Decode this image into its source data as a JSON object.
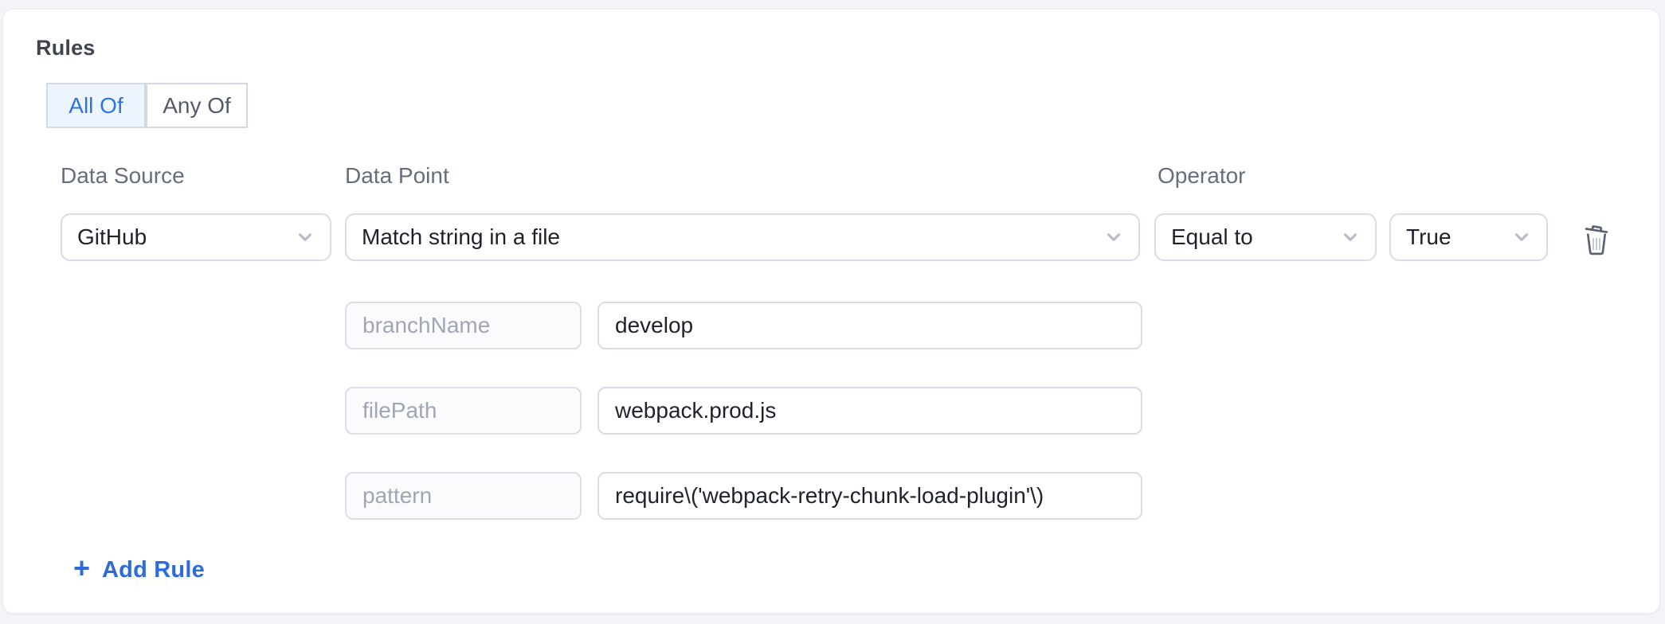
{
  "panel": {
    "heading": "Rules"
  },
  "match_toggle": {
    "all_of_label": "All Of",
    "any_of_label": "Any Of",
    "selected": "All Of"
  },
  "rule": {
    "data_source": {
      "label": "Data Source",
      "value": "GitHub"
    },
    "data_point": {
      "label": "Data Point",
      "value": "Match string in a file"
    },
    "operator": {
      "label": "Operator",
      "value": "Equal to"
    },
    "operand": {
      "value": "True"
    },
    "params": [
      {
        "key": "branchName",
        "value": "develop"
      },
      {
        "key": "filePath",
        "value": "webpack.prod.js"
      },
      {
        "key": "pattern",
        "value": "require\\('webpack-retry-chunk-load-plugin'\\)"
      }
    ]
  },
  "actions": {
    "add_rule_label": "Add Rule",
    "plus_icon": "+"
  },
  "icons": {
    "chevron_down": "chevron-down-icon",
    "delete": "trash-icon"
  },
  "colors": {
    "accent_blue": "#2c6bd9",
    "active_segment_bg": "#ecf5fd",
    "active_segment_text": "#3173d8",
    "label_gray": "#686d7d",
    "input_border": "#d9dbe5",
    "page_bg": "#f2f4f8"
  }
}
